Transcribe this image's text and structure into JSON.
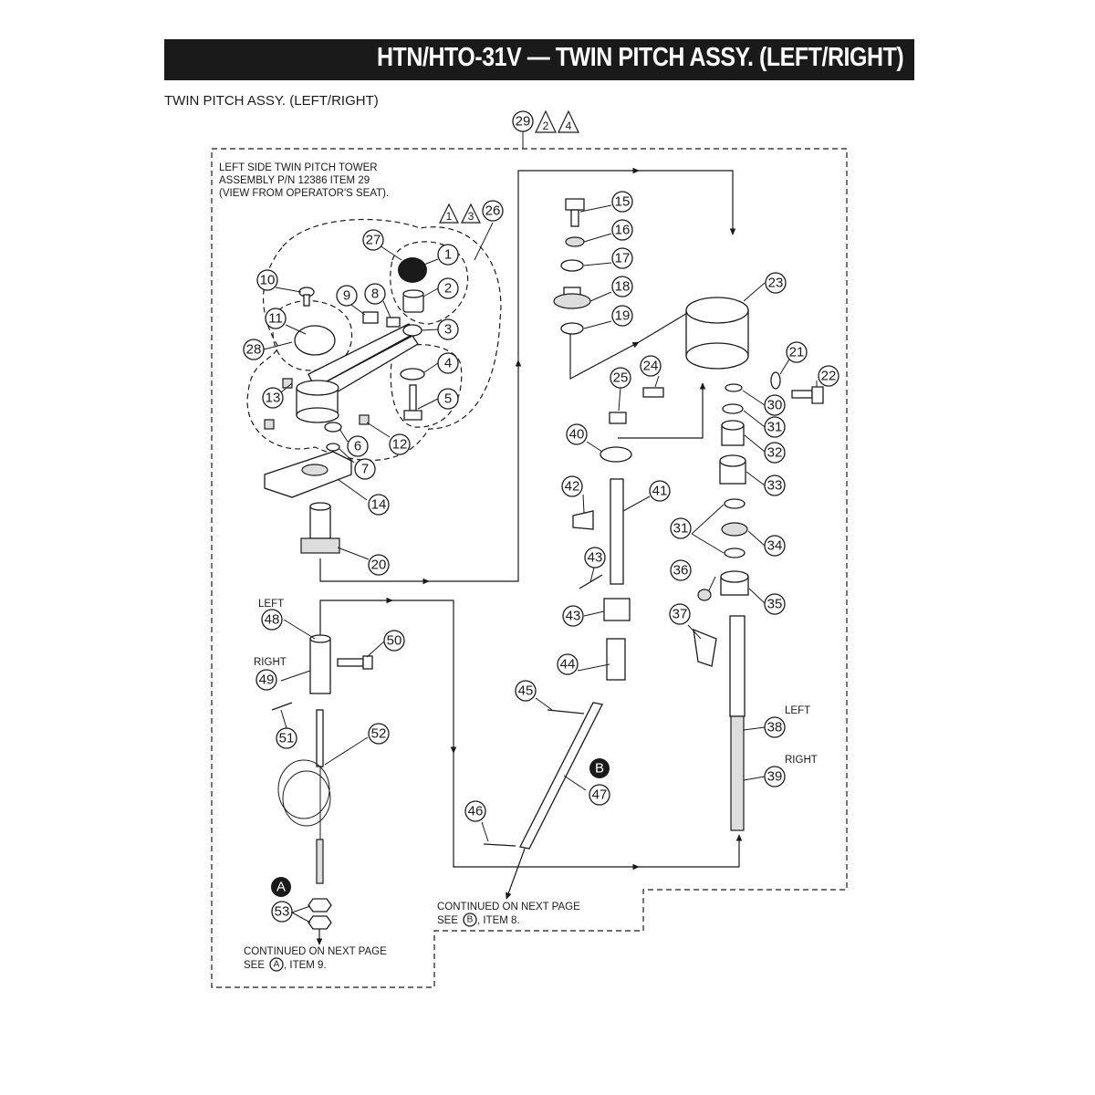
{
  "header": {
    "title": "HTN/HTO-31V — TWIN PITCH ASSY. (LEFT/RIGHT)",
    "subtitle": "TWIN PITCH ASSY. (LEFT/RIGHT)"
  },
  "assembly_callout": {
    "number": "29",
    "flags": [
      "2",
      "4"
    ]
  },
  "item_26_flags": [
    "1",
    "3"
  ],
  "notes": {
    "left_tower": [
      "LEFT SIDE TWIN PITCH TOWER",
      "ASSEMBLY P/N 12386 ITEM 29",
      "(VIEW FROM OPERATOR'S SEAT)."
    ],
    "continued_a": {
      "line1": "CONTINUED ON NEXT PAGE",
      "prefix": "SEE",
      "ref": "A",
      "suffix": ", ITEM 9."
    },
    "continued_b": {
      "line1": "CONTINUED ON NEXT PAGE",
      "prefix": "SEE",
      "ref": "B",
      "suffix": ", ITEM 8."
    }
  },
  "side_labels": {
    "left_48": "LEFT",
    "right_49": "RIGHT",
    "left_38": "LEFT",
    "right_39": "RIGHT"
  },
  "markers": {
    "a": "A",
    "b": "B"
  },
  "callouts": [
    "1",
    "2",
    "3",
    "4",
    "5",
    "6",
    "7",
    "8",
    "9",
    "10",
    "11",
    "12",
    "13",
    "14",
    "15",
    "16",
    "17",
    "18",
    "19",
    "20",
    "21",
    "22",
    "23",
    "24",
    "25",
    "26",
    "27",
    "28",
    "30",
    "31",
    "31",
    "32",
    "33",
    "34",
    "35",
    "36",
    "37",
    "38",
    "39",
    "40",
    "41",
    "42",
    "43",
    "43",
    "44",
    "45",
    "46",
    "47",
    "48",
    "49",
    "50",
    "51",
    "52",
    "53"
  ],
  "colors": {
    "ink": "#1a1a1a",
    "banner_text": "#ffffff",
    "paper": "#ffffff"
  }
}
